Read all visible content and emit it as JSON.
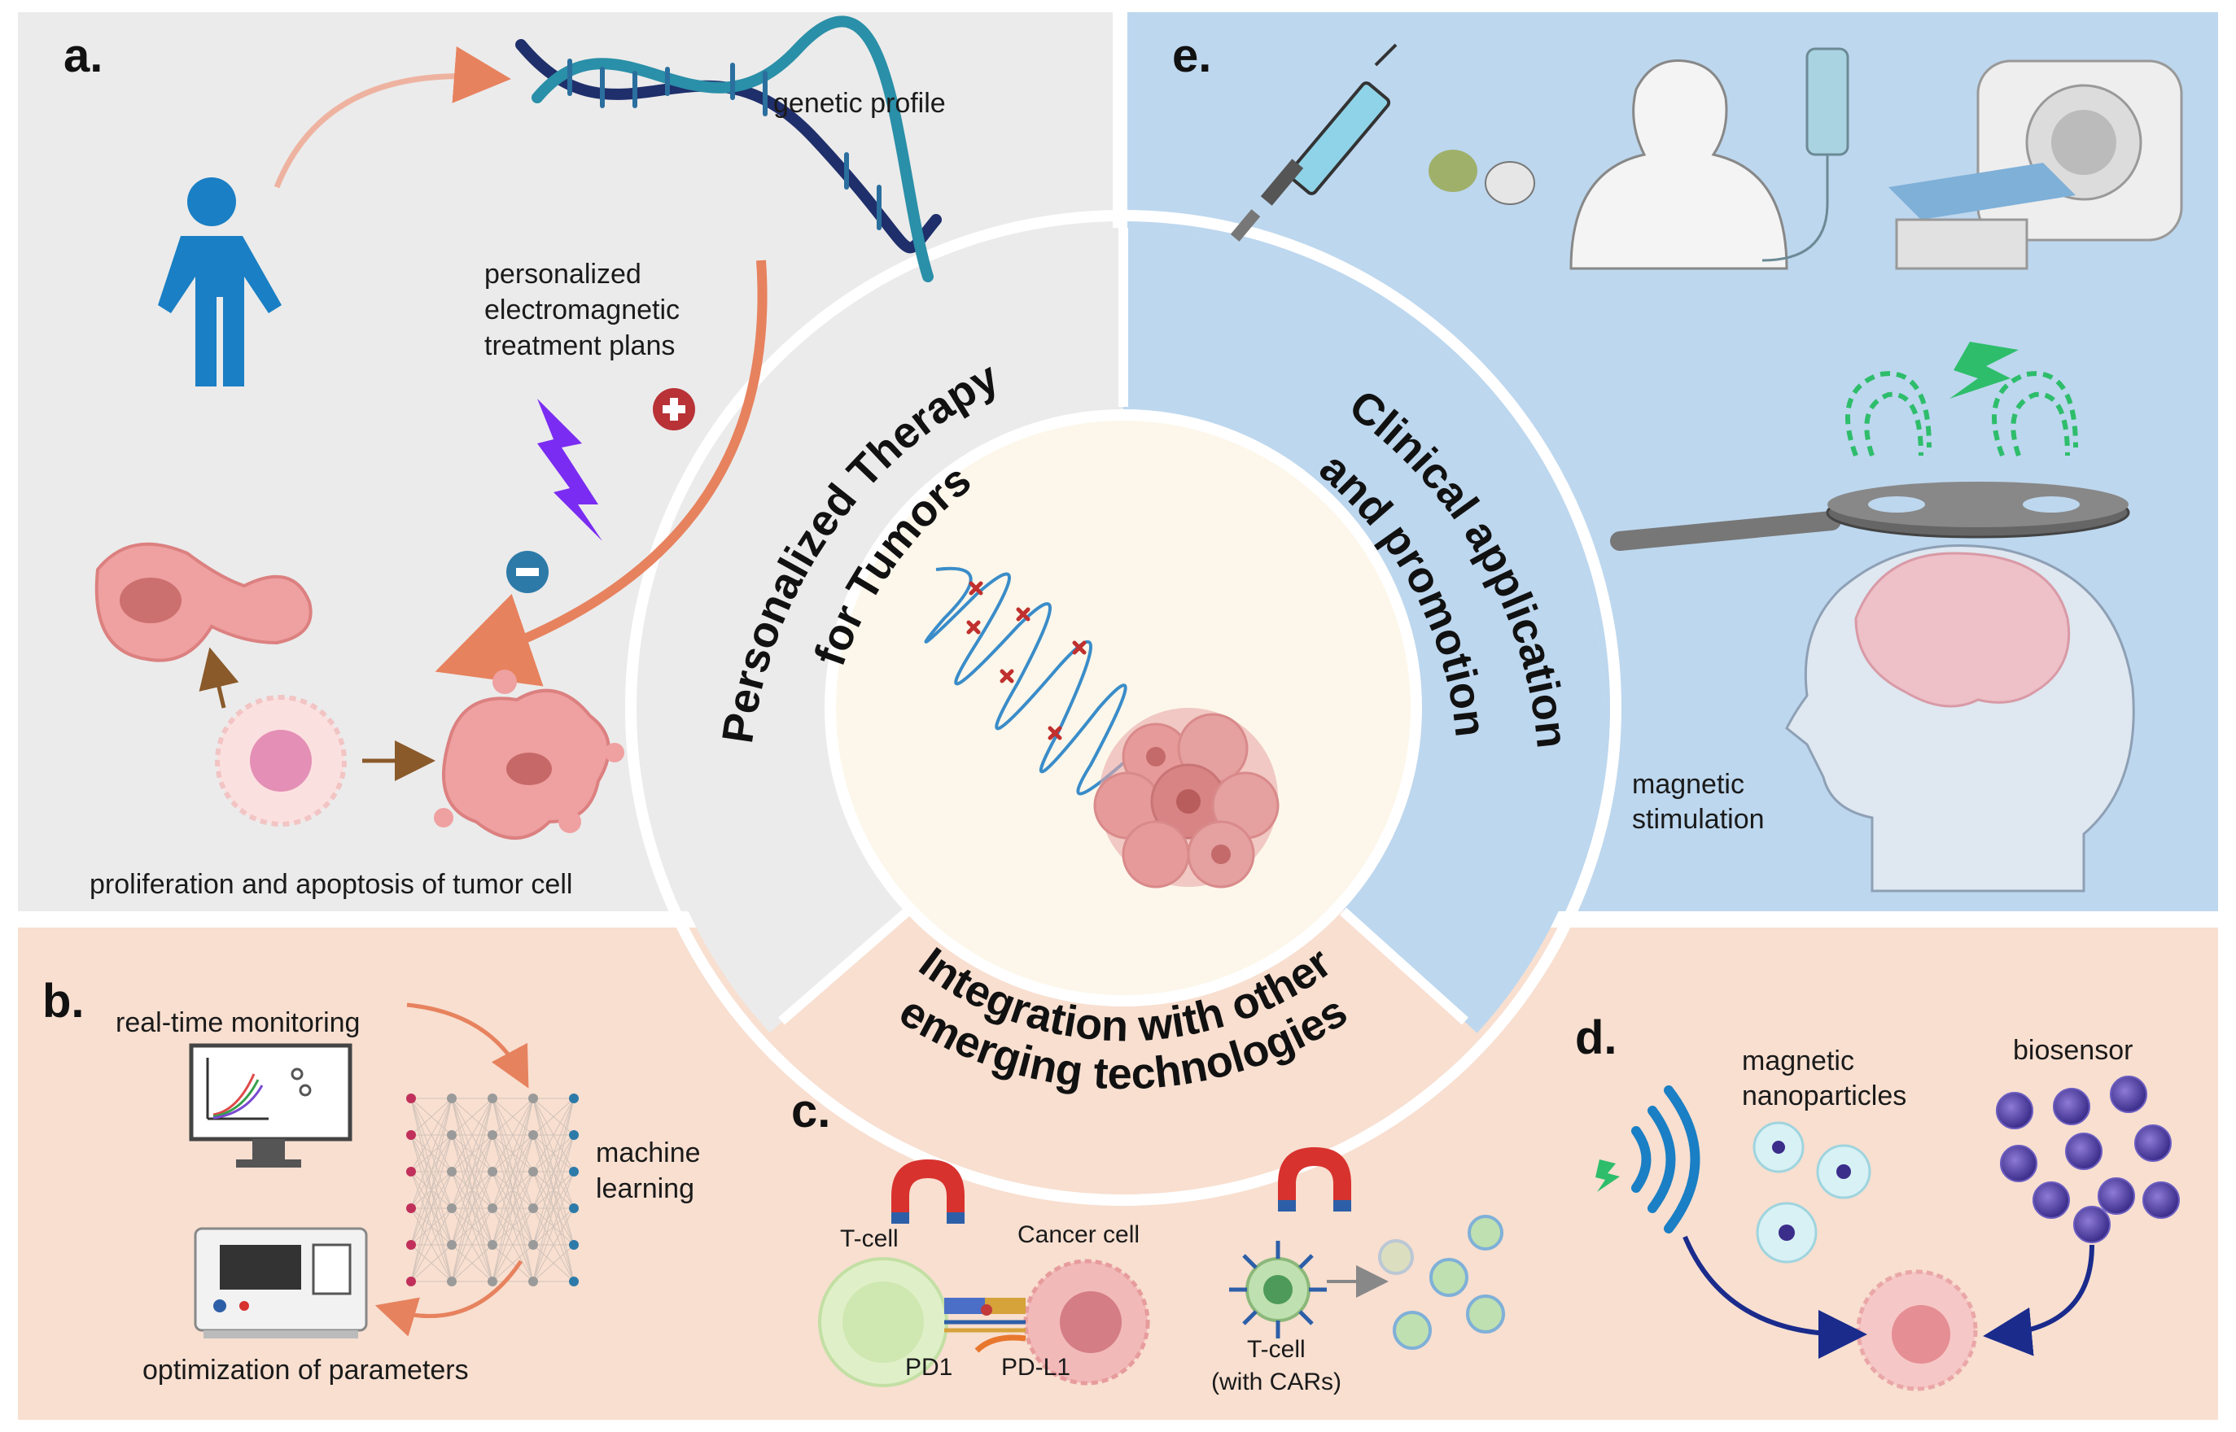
{
  "panels": {
    "a": {
      "letter": "a.",
      "genetic_profile": "genetic profile",
      "plans_line1": "personalized",
      "plans_line2": "electromagnetic",
      "plans_line3": "treatment plans",
      "caption": "proliferation and apoptosis of tumor cell"
    },
    "b": {
      "letter": "b.",
      "monitoring": "real-time monitoring",
      "ml_line1": "machine",
      "ml_line2": "learning",
      "optimization": "optimization of parameters"
    },
    "c": {
      "letter": "c.",
      "tcell": "T-cell",
      "cancer_cell": "Cancer cell",
      "pd1": "PD1",
      "pdl1": "PD-L1",
      "car_line1": "T-cell",
      "car_line2": "(with CARs)"
    },
    "d": {
      "letter": "d.",
      "mnp_line1": "magnetic",
      "mnp_line2": "nanoparticles",
      "biosensor": "biosensor"
    },
    "e": {
      "letter": "e.",
      "stim_line1": "magnetic",
      "stim_line2": "stimulation"
    }
  },
  "ring_titles": {
    "left_line1": "Personalized  Therapy",
    "left_line2": "for Tumors",
    "right_line1": "Clinical application",
    "right_line2": "and promotion",
    "bottom_line1": "Integration with other",
    "bottom_line2": "emerging technologies"
  },
  "colors": {
    "panel_a_bg": "#ebebeb",
    "panel_e_bg": "#bdd7ee",
    "panel_bottom_bg": "#f8dfd0",
    "center_bg": "#fcf7ea",
    "person_blue": "#1a7fc4",
    "dna_navy": "#1f2f6b",
    "dna_teal": "#2a8fa8",
    "tumor_pink": "#e98a8a",
    "arrow_salmon": "#e7825e",
    "bolt_purple": "#7b2cf2",
    "field_green": "#2ebd6b"
  },
  "icons": [
    "person-icon",
    "dna-helix-icon",
    "lightning-icon",
    "plus-icon",
    "minus-icon",
    "syringe-icon",
    "capsule-icon",
    "iv-bag-icon",
    "mri-scanner-icon",
    "magnet-icon",
    "wifi-signal-icon",
    "monitor-icon",
    "lab-device-icon"
  ]
}
